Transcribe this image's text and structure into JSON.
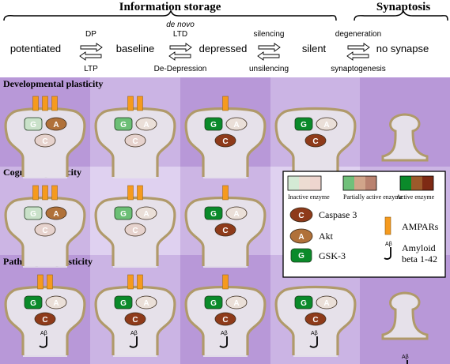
{
  "header": {
    "info_storage": "Information storage",
    "synaptosis": "Synaptosis"
  },
  "states": {
    "potentiated": "potentiated",
    "baseline": "baseline",
    "depressed": "depressed",
    "silent": "silent",
    "no_synapse": "no synapse"
  },
  "transitions": {
    "dp": "DP",
    "ltp": "LTP",
    "de_novo": "de novo",
    "ltd": "LTD",
    "de_depression": "De-Depression",
    "silencing": "silencing",
    "unsilencing": "unsilencing",
    "degeneration": "degeneration",
    "synaptogenesis": "synaptogenesis"
  },
  "rows": {
    "developmental": "Developmental plasticity",
    "cognitive": "Cognitive plasticity",
    "pathological": "Pathological plasticity"
  },
  "enzyme_letters": {
    "gsk3": "G",
    "akt": "A",
    "caspase": "C"
  },
  "abeta_label": "Aβ",
  "legend": {
    "inactive": "Inactive enzyme",
    "partial": "Partially active enzyme",
    "active": "Active enzyme",
    "caspase3": "Caspase 3",
    "akt": "Akt",
    "gsk3": "GSK-3",
    "ampars": "AMPARs",
    "amyloid_line1": "Amyloid",
    "amyloid_line2": "beta 1-42"
  },
  "colors": {
    "band_dark": "#b594d8",
    "band_light": "#e3d6f1",
    "column_dark": "#b99ad9",
    "column_light": "#ddcdef",
    "synapse_fill": "#e6e1ea",
    "membrane": "#b09a6a",
    "ampar": "#f59a1e",
    "gsk_active": "#0a8a2a",
    "gsk_partial": "#6cbf76",
    "gsk_inactive": "#c9e1c9",
    "akt_active": "#b0713a",
    "akt_inactive": "#eadfd8",
    "casp_active": "#8e3a1a",
    "casp_inactive": "#e6d2cd"
  }
}
